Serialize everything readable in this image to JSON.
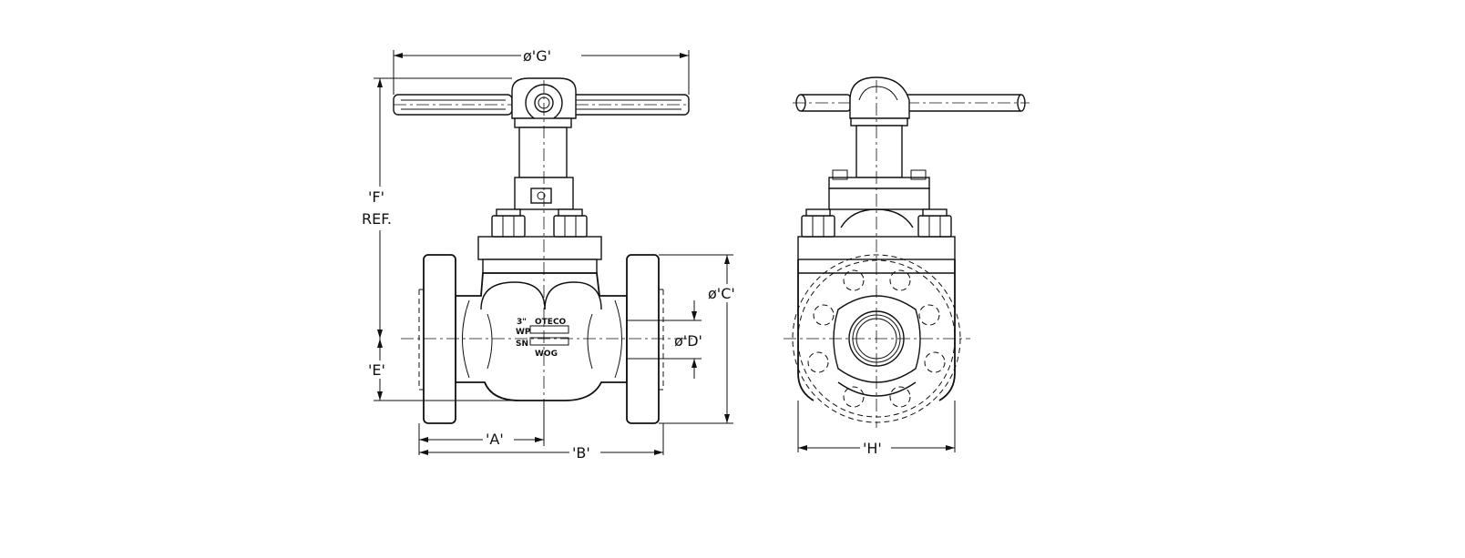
{
  "labels": {
    "dim_g": "ø'G'",
    "dim_f": "'F'",
    "dim_ref": "REF.",
    "dim_e": "'E'",
    "dim_c": "ø'C'",
    "dim_d": "ø'D'",
    "dim_a": "'A'",
    "dim_b": "'B'",
    "dim_h": "'H'"
  },
  "nameplate": {
    "size": "3\"",
    "brand": "OTECO",
    "wp": "WP",
    "sn": "SN",
    "wog": "WOG"
  }
}
